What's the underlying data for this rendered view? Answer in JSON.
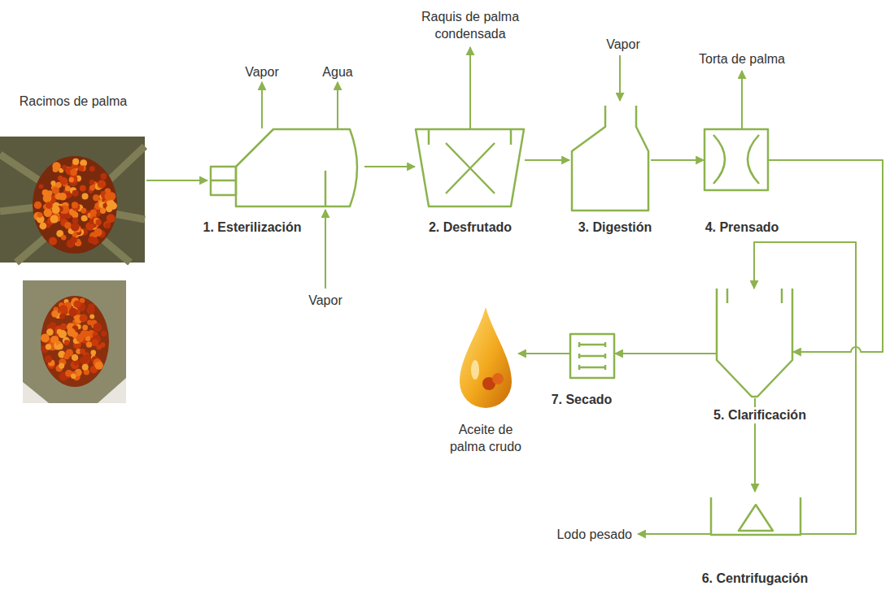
{
  "diagram": {
    "nodes": [
      {
        "text": [
          "1. Esterilización"
        ]
      },
      {
        "text": [
          "2. Desfrutado"
        ]
      },
      {
        "text": [
          "3. Digestión"
        ]
      },
      {
        "text": [
          "4. Prensado"
        ]
      },
      {
        "text": [
          "5. Clarificación"
        ]
      },
      {
        "text": [
          "6. Centrifugación"
        ]
      },
      {
        "text": [
          "7. Secado"
        ]
      }
    ],
    "edges": [
      {
        "from": 0,
        "to": 1,
        "arrow": "to"
      },
      {
        "from": 1,
        "to": 2,
        "arrow": "to"
      },
      {
        "from": 2,
        "to": 3,
        "arrow": "to"
      },
      {
        "from": 3,
        "to": 4,
        "arrow": "to"
      },
      {
        "from": 4,
        "to": 5,
        "arrow": "to"
      },
      {
        "from": 5,
        "to": 4,
        "arrow": "to"
      },
      {
        "from": 4,
        "to": 6,
        "arrow": "to"
      }
    ],
    "labels": [
      "Racimos de palma",
      "Vapor",
      "Agua",
      "Vapor",
      "Raquis de palma condensada",
      "Vapor",
      "Torta de palma",
      "Aceite de palma crudo",
      "Lodo pesado"
    ]
  }
}
